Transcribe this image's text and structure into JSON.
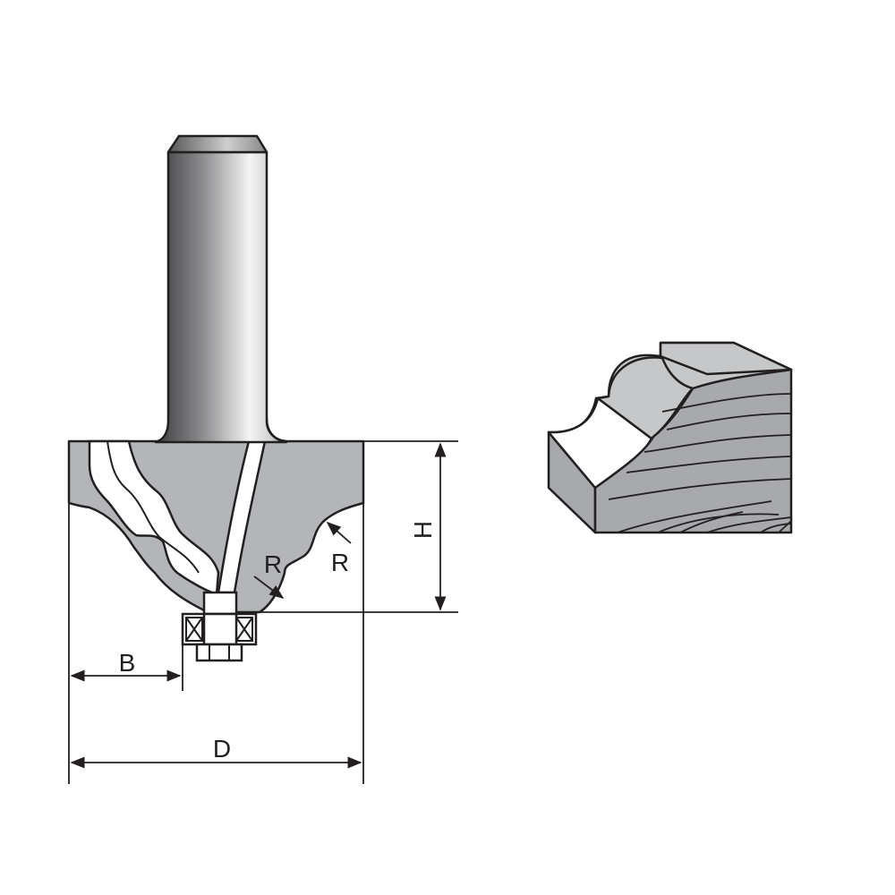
{
  "labels": {
    "width_b": "B",
    "diameter_d": "D",
    "height_h": "H",
    "radius_inner": "R",
    "radius_outer": "R"
  },
  "colors": {
    "ink": "#231f20",
    "cutter_body": "#b3b5b8",
    "bearing_fill": "#ffffff",
    "wood_face": "#a7a9ac",
    "wood_top": "#c5c7c9",
    "shank_dark": "#3a3a3c",
    "shank_light": "#f4f4f4"
  },
  "icons": {
    "cutter": "router-bit-icon",
    "bearing": "ball-bearing-icon",
    "workpiece": "wood-profile-icon"
  }
}
